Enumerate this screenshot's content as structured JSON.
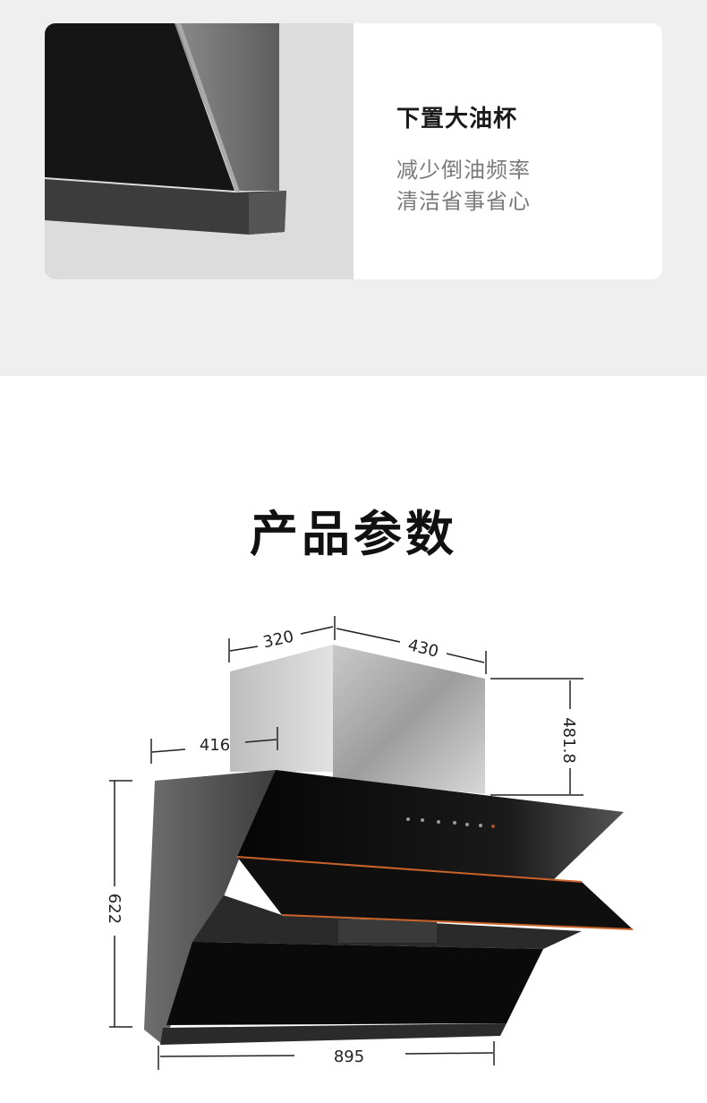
{
  "feature": {
    "title": "下置大油杯",
    "lines": [
      "减少倒油频率",
      "清洁省事省心"
    ]
  },
  "specs": {
    "title": "产品参数",
    "dimensions": {
      "duct_depth": "320",
      "duct_width": "430",
      "duct_height": "481.8",
      "side_depth": "416",
      "body_height": "622",
      "body_width": "895"
    }
  },
  "colors": {
    "top_background": "#efefef",
    "accent_trim": "#c8632a",
    "glass": "#0d0d0d"
  }
}
